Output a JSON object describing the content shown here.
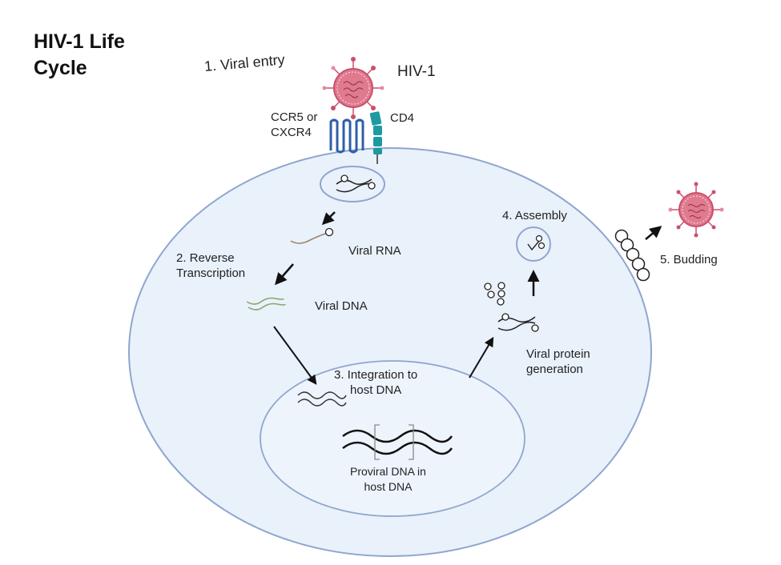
{
  "title": "HIV-1 Life\nCycle",
  "colors": {
    "cell_fill": "#e9f1fb",
    "cell_stroke": "#8fa6cf",
    "virus": "#d8607a",
    "ccr5": "#2f5fa8",
    "cd4": "#1c9aa0",
    "rna": "#9b8466",
    "dna": "#8ea46b",
    "arrow": "#111111"
  },
  "labels": {
    "step1": "1.  Viral entry",
    "virus": "HIV-1",
    "coreceptor": "CCR5 or\nCXCR4",
    "receptor": "CD4",
    "step2": "2. Reverse\nTranscription",
    "viral_rna": "Viral RNA",
    "viral_dna": "Viral DNA",
    "step3": "3. Integration to\nhost DNA",
    "provirus": "Proviral DNA in\nhost DNA",
    "step4": "4. Assembly",
    "protein": "Viral protein\ngeneration",
    "step5": "5. Budding"
  }
}
